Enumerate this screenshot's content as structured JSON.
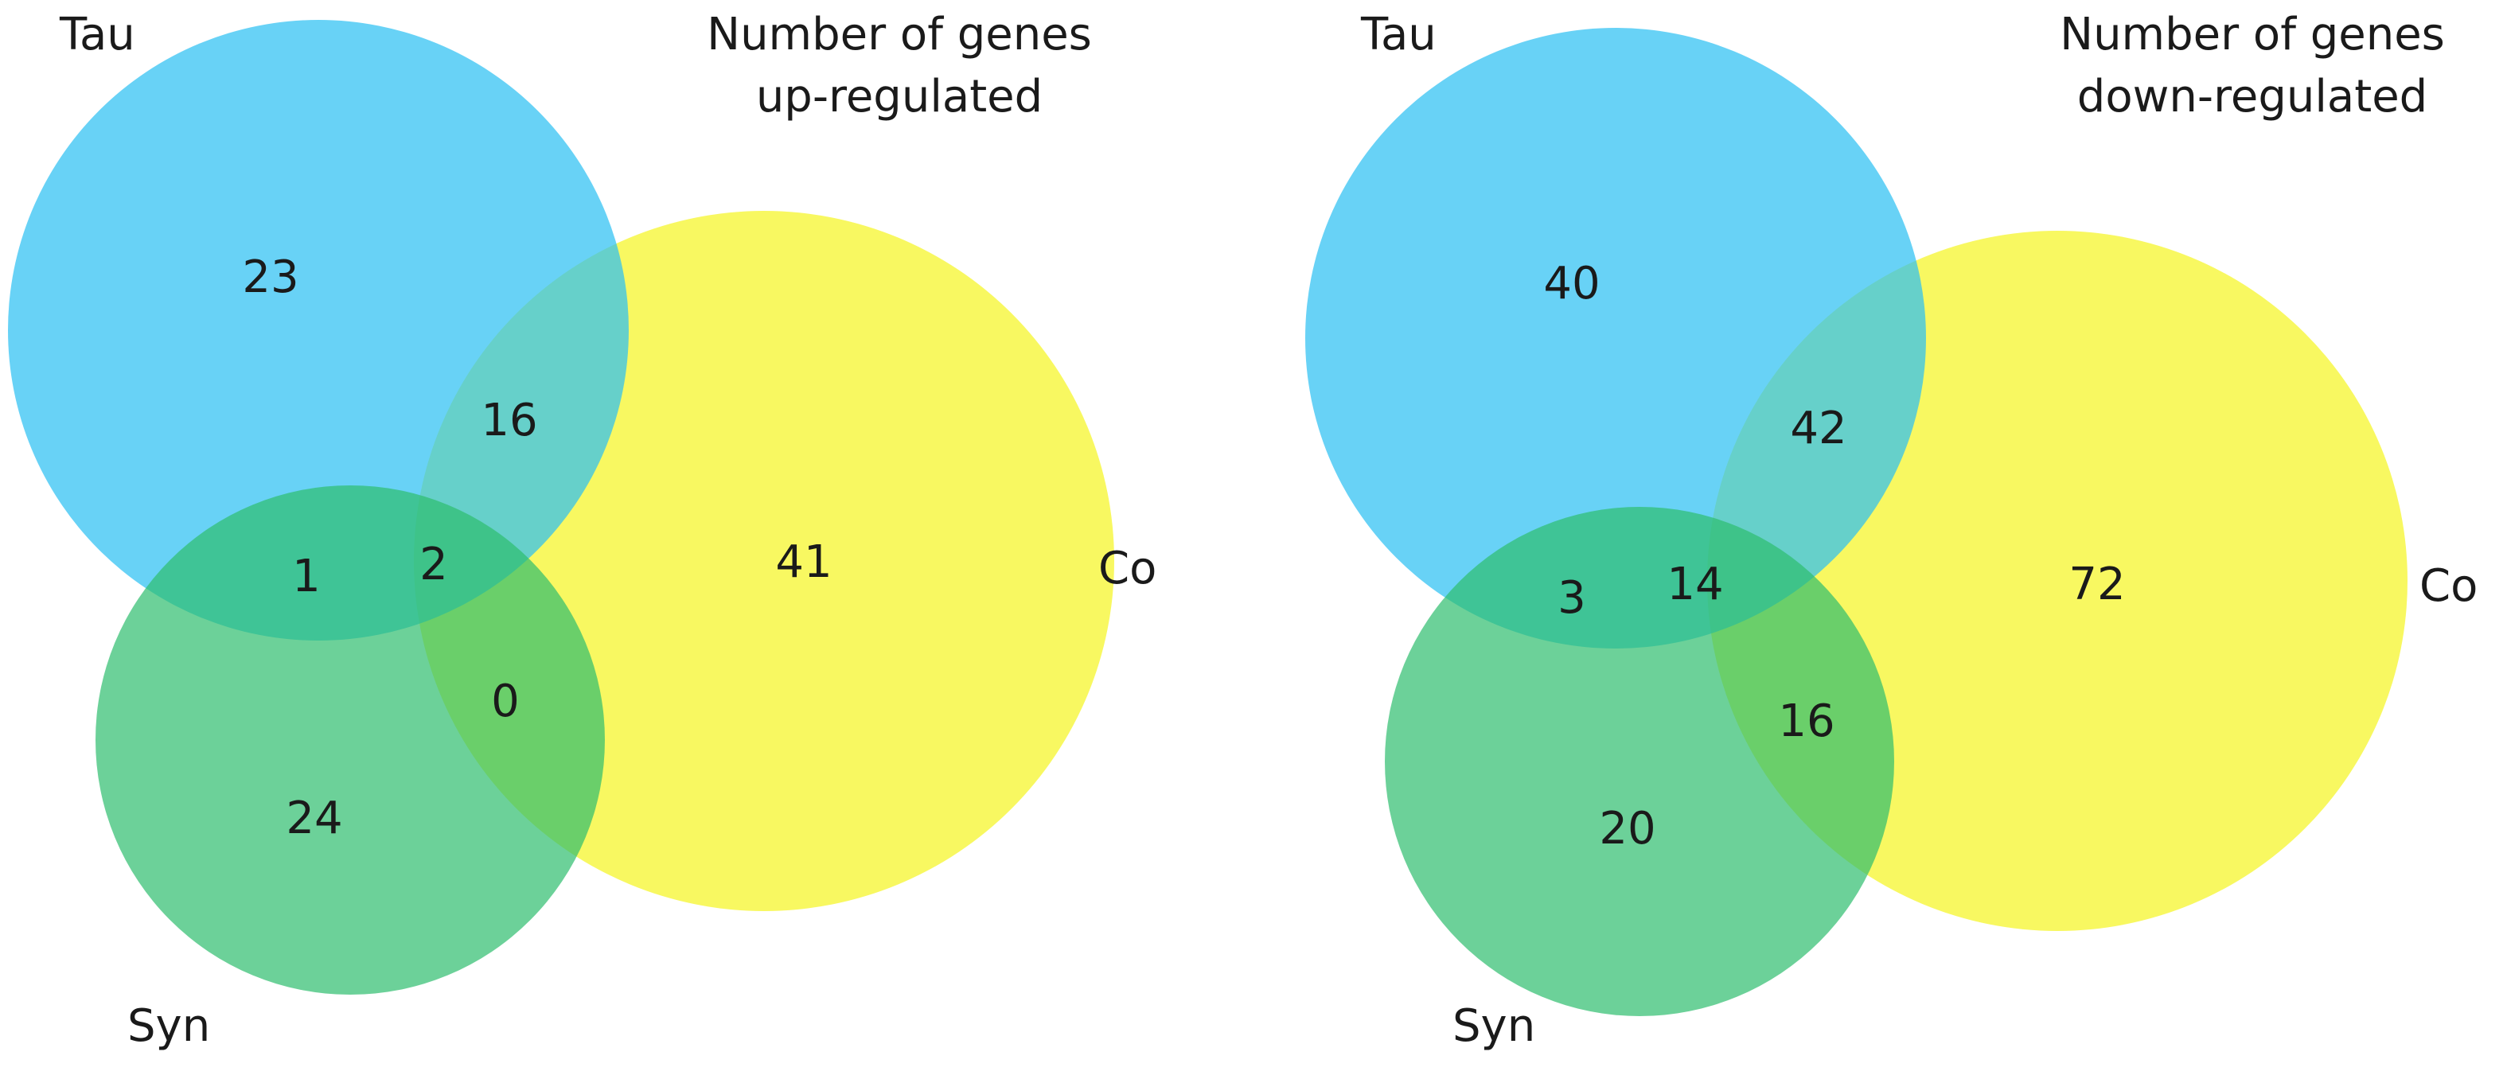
{
  "colors": {
    "tau": "#2ec1f2",
    "syn": "#2ebe6e",
    "co": "#f5f52c"
  },
  "panels": [
    {
      "title_line1": "Number of genes",
      "title_line2": "up-regulated",
      "set_labels": {
        "tau": "Tau",
        "syn": "Syn",
        "co": "Co"
      },
      "counts": {
        "tau_only": "23",
        "syn_only": "24",
        "co_only": "41",
        "tau_co": "16",
        "tau_syn": "1",
        "syn_co": "0",
        "all_three": "2"
      }
    },
    {
      "title_line1": "Number of genes",
      "title_line2": "down-regulated",
      "set_labels": {
        "tau": "Tau",
        "syn": "Syn",
        "co": "Co"
      },
      "counts": {
        "tau_only": "40",
        "syn_only": "20",
        "co_only": "72",
        "tau_co": "42",
        "tau_syn": "3",
        "syn_co": "16",
        "all_three": "14"
      }
    }
  ]
}
